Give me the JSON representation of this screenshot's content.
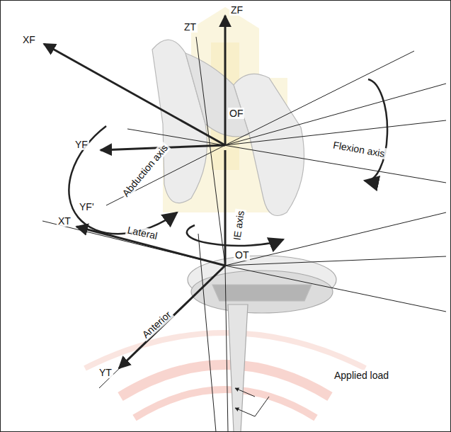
{
  "diagram": {
    "labels": [
      "ZF",
      "ZT",
      "XF",
      "OF",
      "YF",
      "Flexion axis",
      "Abduction axis",
      "YF'",
      "IE axis",
      "XT",
      "Lateral",
      "OT",
      "Anterior",
      "YT",
      "Applied load"
    ]
  }
}
